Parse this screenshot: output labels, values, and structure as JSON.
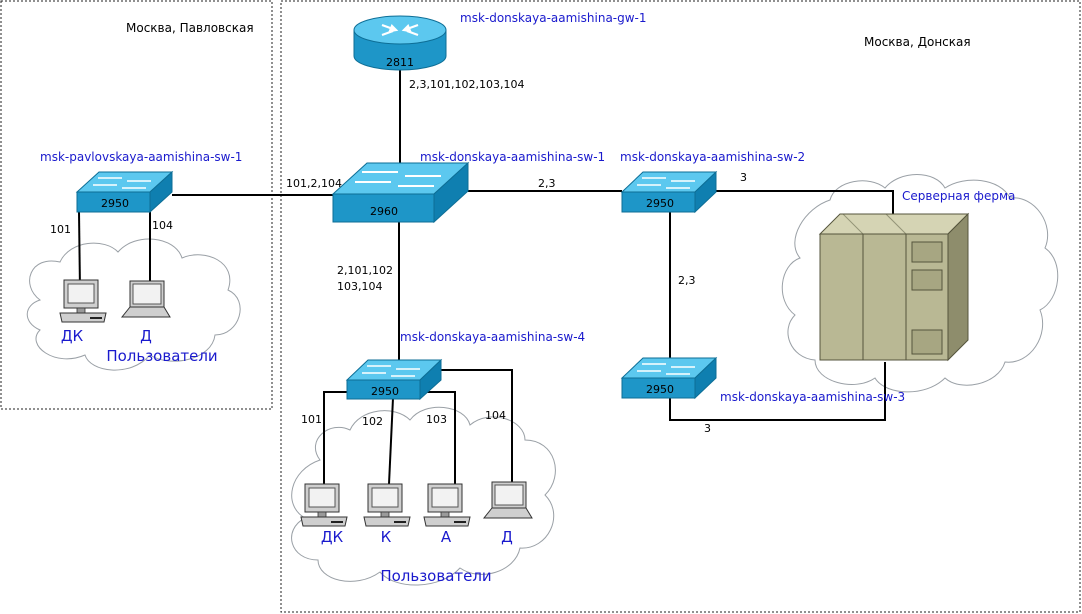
{
  "sites": {
    "pavlovskaya": {
      "label": "Москва, Павловская"
    },
    "donskaya": {
      "label": "Москва, Донская"
    }
  },
  "devices": {
    "gw1": {
      "name": "msk-donskaya-aamishina-gw-1",
      "model": "2811",
      "icon": "router-icon"
    },
    "sw1": {
      "name": "msk-donskaya-aamishina-sw-1",
      "model": "2960",
      "icon": "switch-icon"
    },
    "sw2": {
      "name": "msk-donskaya-aamishina-sw-2",
      "model": "2950",
      "icon": "switch-icon"
    },
    "sw3": {
      "name": "msk-donskaya-aamishina-sw-3",
      "model": "2950",
      "icon": "switch-icon"
    },
    "sw4": {
      "name": "msk-donskaya-aamishina-sw-4",
      "model": "2950",
      "icon": "switch-icon"
    },
    "pswitch": {
      "name": "msk-pavlovskaya-aamishina-sw-1",
      "model": "2950",
      "icon": "switch-icon"
    },
    "server": {
      "name": "Серверная ферма",
      "icon": "server-rack-icon"
    }
  },
  "links": {
    "gw_sw1": "2,3,101,102,103,104",
    "psw_sw1": "101,2,104",
    "sw1_sw2": "2,3",
    "sw1_sw4_line1": "2,101,102",
    "sw1_sw4_line2": "103,104",
    "sw2_server": "3",
    "sw2_sw3": "2,3",
    "sw3_server": "3",
    "psw_pc1": "101",
    "psw_pc2": "104",
    "sw4_pc1": "101",
    "sw4_pc2": "102",
    "sw4_pc3": "103",
    "sw4_pc4": "104"
  },
  "user_groups": {
    "pavlovskaya": {
      "label": "Пользователи",
      "hosts": [
        {
          "label": "ДК",
          "icon": "desktop-pc-icon"
        },
        {
          "label": "Д",
          "icon": "laptop-icon"
        }
      ]
    },
    "donskaya": {
      "label": "Пользователи",
      "hosts": [
        {
          "label": "ДК",
          "icon": "desktop-pc-icon"
        },
        {
          "label": "К",
          "icon": "desktop-pc-icon"
        },
        {
          "label": "А",
          "icon": "desktop-pc-icon"
        },
        {
          "label": "Д",
          "icon": "laptop-icon"
        }
      ]
    }
  },
  "colors": {
    "switch_top": "#5cc8ef",
    "switch_side": "#1e96c8",
    "link": "#000000",
    "label_blue": "#1a1acd",
    "server": "#b9b894",
    "cloud_stroke": "#9aa0a6"
  }
}
